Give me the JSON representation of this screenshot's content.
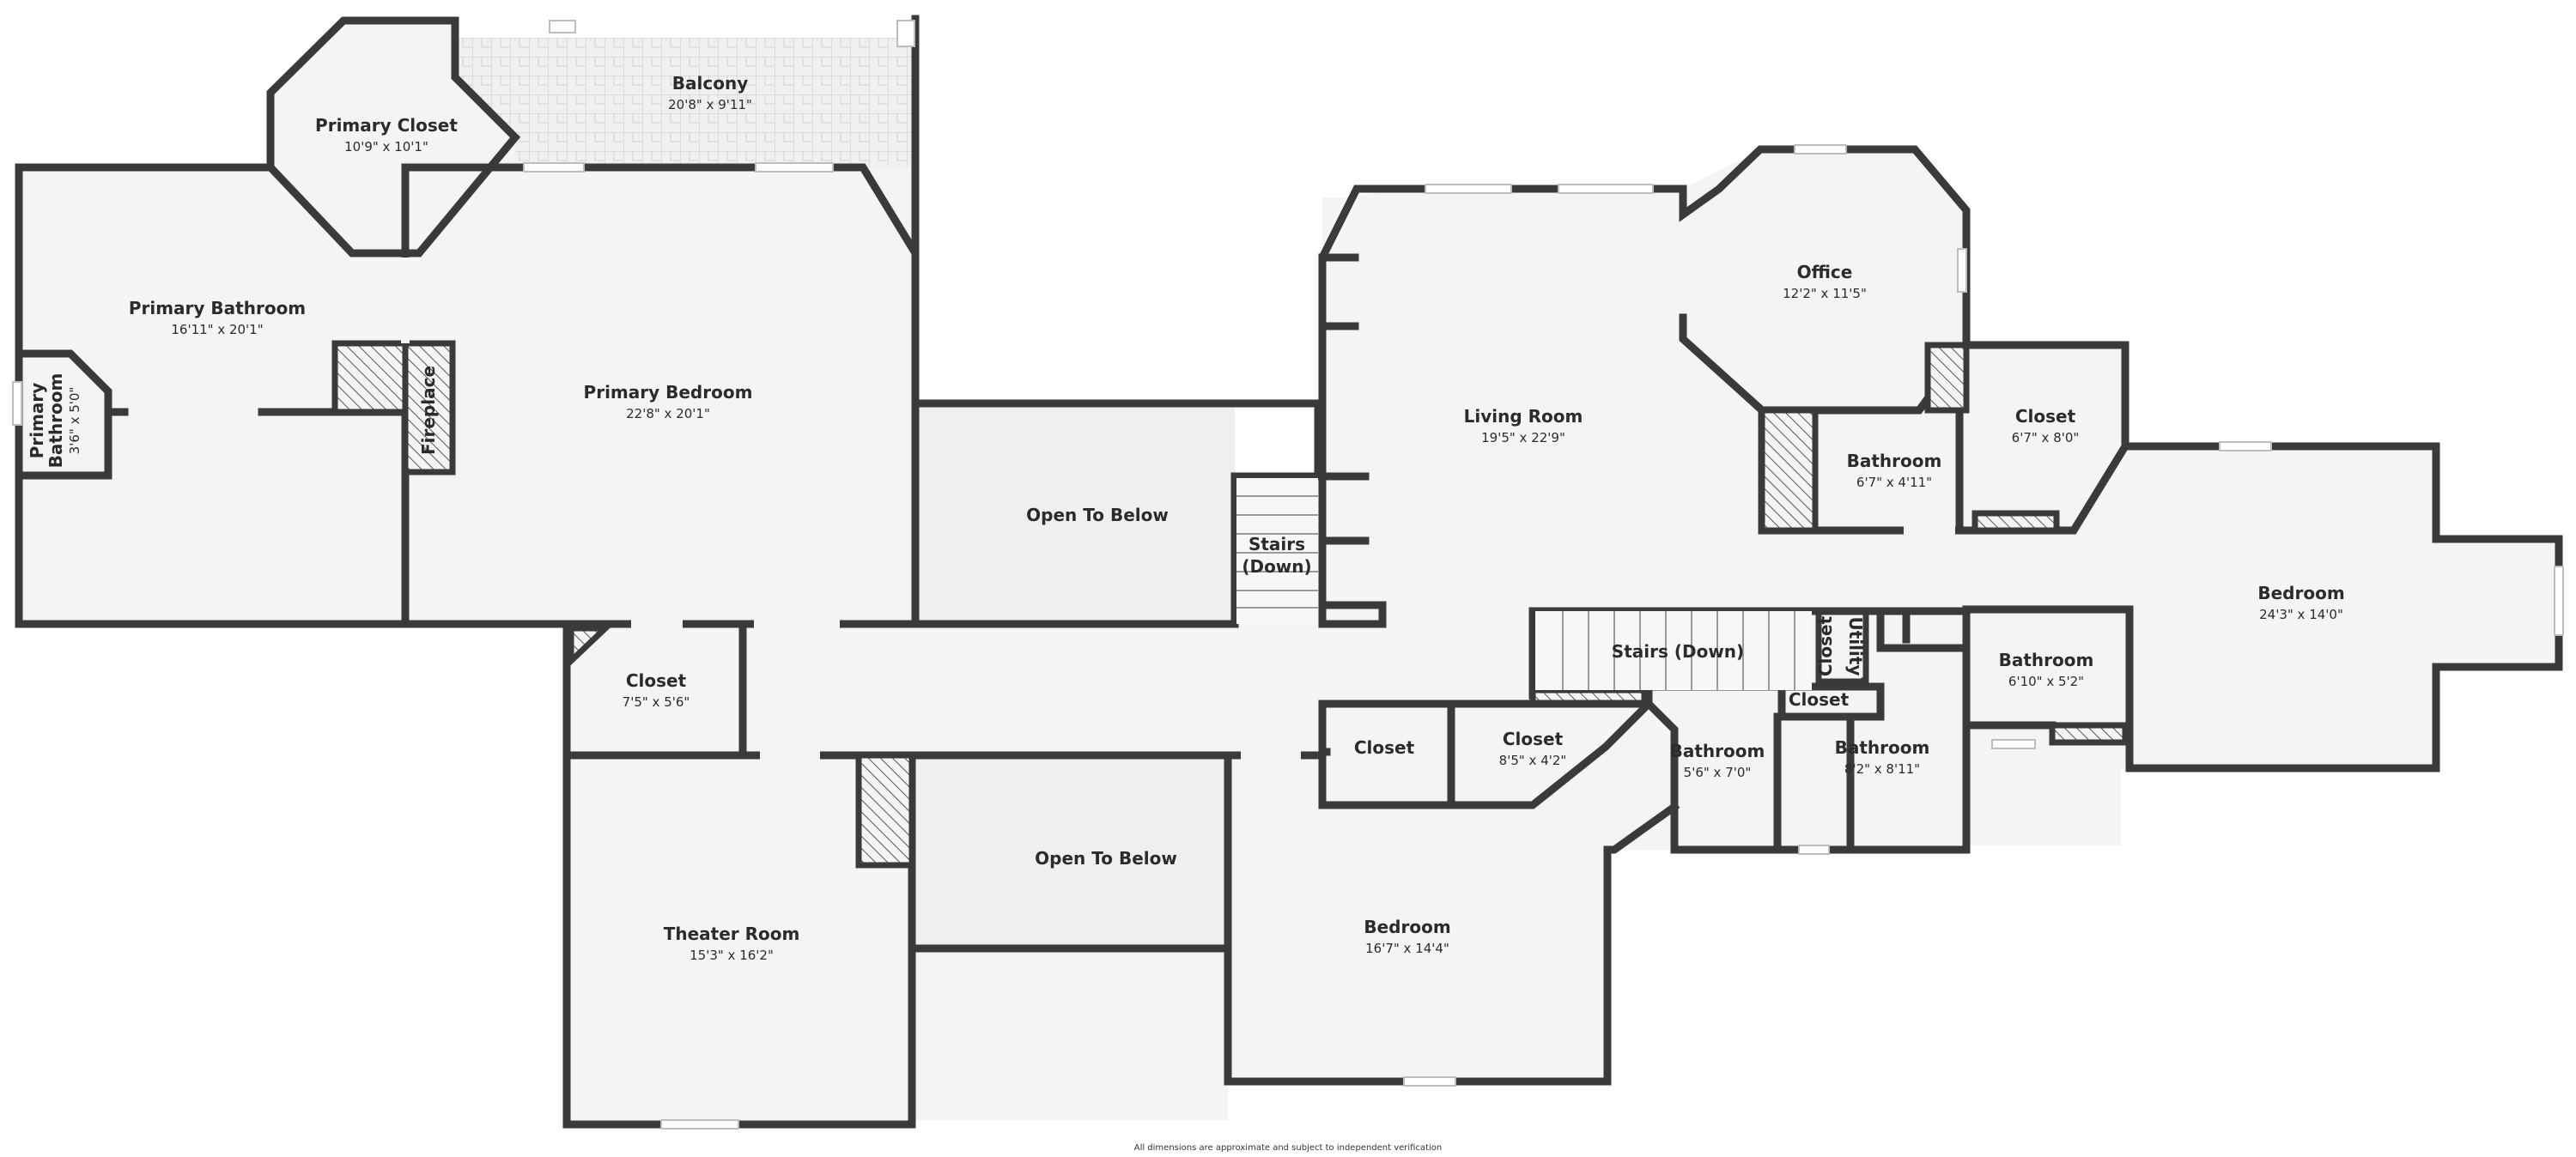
{
  "rooms": {
    "balcony": {
      "name": "Balcony",
      "dim": "20'8\" x 9'11\""
    },
    "primary_closet": {
      "name": "Primary Closet",
      "dim": "10'9\" x 10'1\""
    },
    "primary_bathroom": {
      "name": "Primary Bathroom",
      "dim": "16'11\" x 20'1\""
    },
    "primary_bath_small": {
      "name_line1": "Primary",
      "name_line2": "Bathroom",
      "dim": "3'6\" x 5'0\""
    },
    "fireplace": {
      "name": "Fireplace"
    },
    "primary_bedroom": {
      "name": "Primary Bedroom",
      "dim": "22'8\" x 20'1\""
    },
    "open_below_top": {
      "name": "Open To Below"
    },
    "stairs_down_left": {
      "name_line1": "Stairs",
      "name_line2": "(Down)"
    },
    "living_room": {
      "name": "Living Room",
      "dim": "19'5\" x 22'9\""
    },
    "office": {
      "name": "Office",
      "dim": "12'2\" x 11'5\""
    },
    "bathroom_a": {
      "name": "Bathroom",
      "dim": "6'7\" x 4'11\""
    },
    "closet_a": {
      "name": "Closet",
      "dim": "6'7\" x 8'0\""
    },
    "bedroom_right": {
      "name": "Bedroom",
      "dim": "24'3\" x 14'0\""
    },
    "closet_hall": {
      "name": "Closet",
      "dim": "7'5\" x 5'6\""
    },
    "stairs_down_mid": {
      "name": "Stairs (Down)"
    },
    "utility_closet": {
      "name_line1": "Utility",
      "name_line2": "Closet"
    },
    "bathroom_b": {
      "name": "Bathroom",
      "dim": "6'10\" x 5'2\""
    },
    "closet_small": {
      "name": "Closet"
    },
    "bathroom_c": {
      "name": "Bathroom",
      "dim": "5'6\" x 7'0\""
    },
    "bathroom_d": {
      "name": "Bathroom",
      "dim": "8'2\" x 8'11\""
    },
    "closet_b": {
      "name": "Closet"
    },
    "closet_c": {
      "name": "Closet",
      "dim": "8'5\" x 4'2\""
    },
    "theater_room": {
      "name": "Theater Room",
      "dim": "15'3\" x 16'2\""
    },
    "open_below_bottom": {
      "name": "Open To Below"
    },
    "bedroom_lower": {
      "name": "Bedroom",
      "dim": "16'7\" x 14'4\""
    }
  },
  "disclaimer": "All dimensions are approximate and subject to independent verification"
}
